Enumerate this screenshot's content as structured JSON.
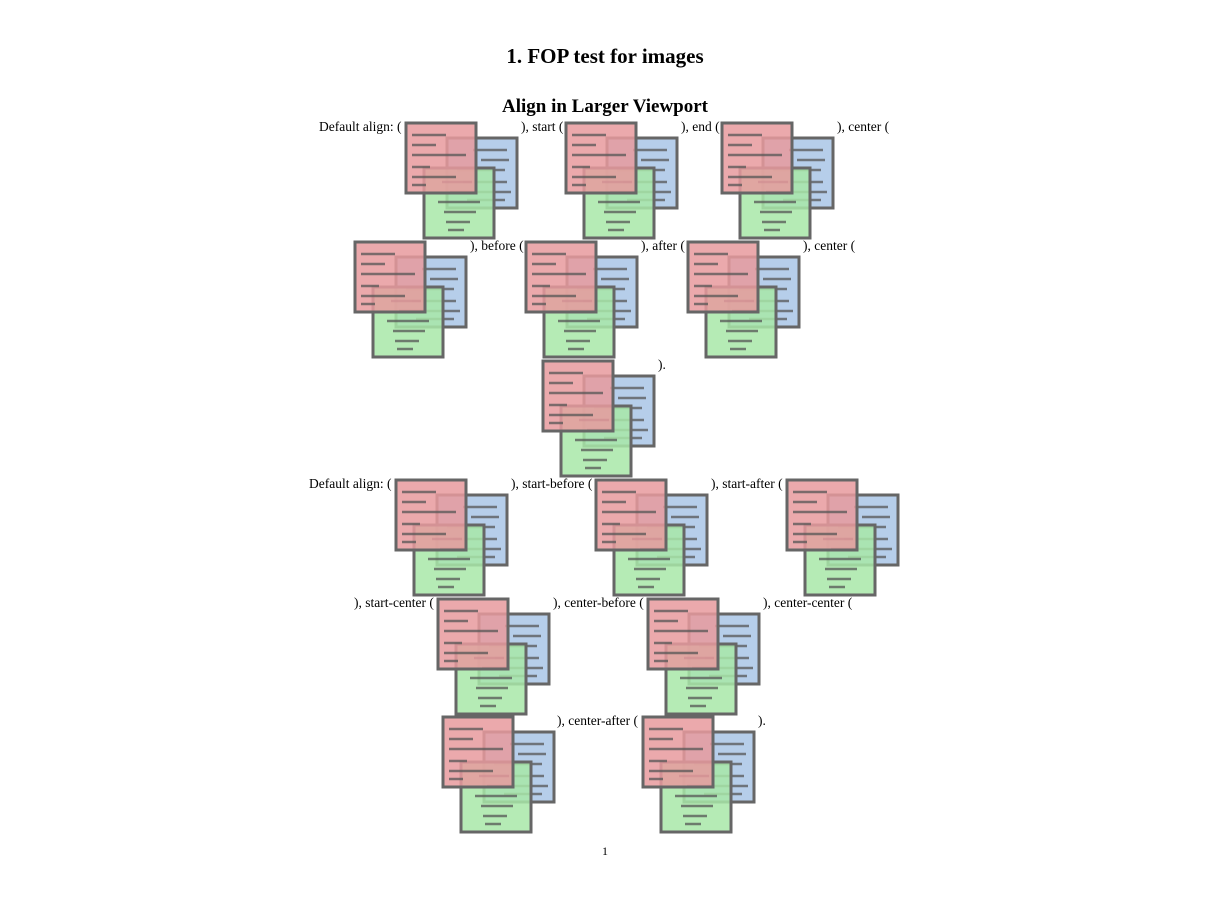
{
  "page": {
    "heading": "1. FOP test for images",
    "subheading": "Align in Larger Viewport",
    "page_number": "1"
  },
  "row1": {
    "prefix": "Default align: (",
    "sep1": "), start (",
    "sep2": "), end (",
    "sep3": "), center ("
  },
  "row2": {
    "sep1": "), before (",
    "sep2": "), after (",
    "sep3": "), center ("
  },
  "row3": {
    "end": ")."
  },
  "row4": {
    "prefix": "Default align: (",
    "sep1": "), start-before (",
    "sep2": "), start-after ("
  },
  "row5": {
    "sep1": "), start-center (",
    "sep2": "), center-before (",
    "sep3": "), center-center ("
  },
  "row6": {
    "sep1": "), center-after (",
    "end": ")."
  },
  "icon": {
    "name": "overlapping-documents-icon",
    "colors": {
      "red": "#e79a9d",
      "blue": "#a9c6e6",
      "green": "#a8e8a8",
      "border": "#666666"
    }
  }
}
